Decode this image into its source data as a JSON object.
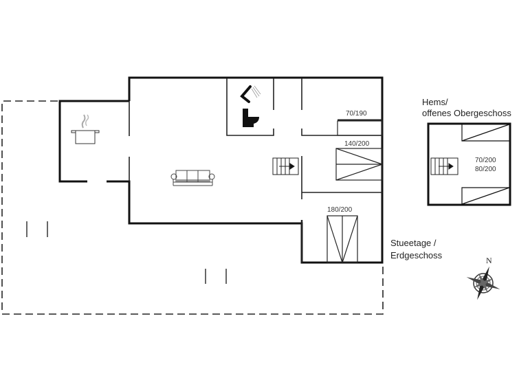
{
  "floors": {
    "ground": {
      "label_line1": "Stueetage /",
      "label_line2": "Erdgeschoss"
    },
    "loft": {
      "label_line1": "Hems/",
      "label_line2": "offenes Obergeschoss"
    }
  },
  "beds": {
    "single_small": "70/190",
    "double_medium": "140/200",
    "double_large": "180/200",
    "loft_bed_1": "70/200",
    "loft_bed_2": "80/200"
  },
  "compass": {
    "north": "N"
  },
  "icons": [
    "cooking-pot-icon",
    "sofa-icon",
    "shower-icon",
    "toilet-icon",
    "stairs-icon",
    "compass-rose-icon"
  ]
}
